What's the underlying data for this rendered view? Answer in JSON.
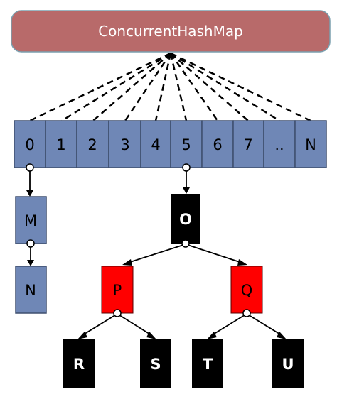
{
  "title": "ConcurrentHashMap",
  "buckets": [
    "0",
    "1",
    "2",
    "3",
    "4",
    "5",
    "6",
    "7",
    "..",
    "N"
  ],
  "list_nodes": [
    "M",
    "N"
  ],
  "tree": {
    "root": "O",
    "level1": [
      "P",
      "Q"
    ],
    "leaves": [
      "R",
      "S",
      "T",
      "U"
    ]
  },
  "colors": {
    "header_fill": "#b86a6a",
    "header_stroke": "#7a9fae",
    "bucket_fill": "#6f87b6",
    "bucket_stroke": "#3f4f6e",
    "black_node": "#000000",
    "red_node": "#ff0000"
  }
}
